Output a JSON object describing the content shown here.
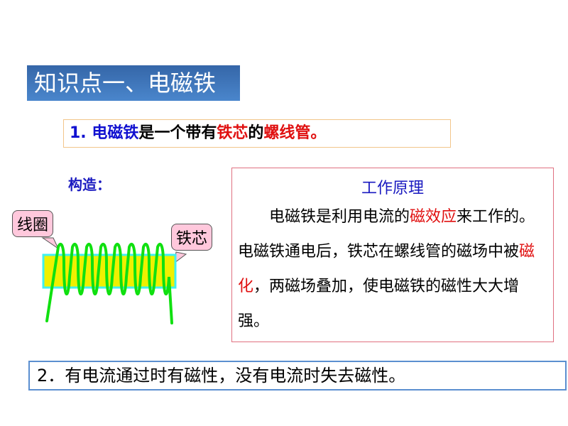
{
  "title": "知识点一、电磁铁",
  "definition": {
    "num": "1. ",
    "term": "电磁铁",
    "t1": "是一个带有",
    "core": "铁芯",
    "t2": "的",
    "solenoid": "螺线管",
    "end": "。"
  },
  "structure_label": "构造：",
  "diagram": {
    "coil_label": "线圈",
    "core_label": "铁芯"
  },
  "principle": {
    "title": "工作原理",
    "p1": "电磁铁是利用电流的",
    "h1": "磁效应",
    "p2": "来工作的。电磁铁通电后，铁芯在螺线管的磁场中被",
    "h2": "磁化",
    "p3": "，两磁场叠加，使电磁铁的磁性大大增强。"
  },
  "point2": "2．有电流通过时有磁性，没有电流时失去磁性。",
  "colors": {
    "title_bg": "#3a74bc",
    "highlight": "#e01010",
    "term": "#1010d0",
    "core": "#f0f000",
    "coil": "#10e010"
  }
}
